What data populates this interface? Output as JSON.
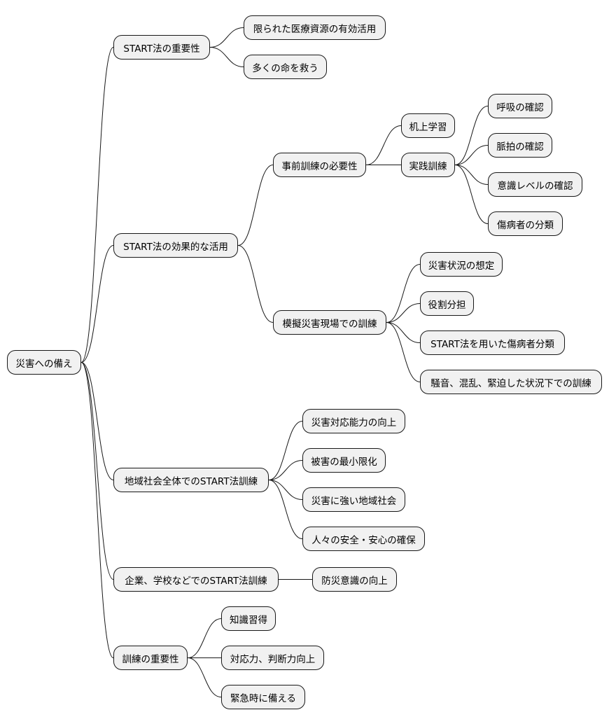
{
  "mindmap": {
    "root": {
      "id": "root",
      "label": "災害への備え",
      "children": [
        {
          "id": "n1",
          "label": "START法の重要性",
          "children": [
            {
              "id": "n1a",
              "label": "限られた医療資源の有効活用"
            },
            {
              "id": "n1b",
              "label": "多くの命を救う"
            }
          ]
        },
        {
          "id": "n2",
          "label": "START法の効果的な活用",
          "children": [
            {
              "id": "n2a",
              "label": "事前訓練の必要性",
              "children": [
                {
                  "id": "n2a1",
                  "label": "机上学習"
                },
                {
                  "id": "n2a2",
                  "label": "実践訓練",
                  "children": [
                    {
                      "id": "n2a2a",
                      "label": "呼吸の確認"
                    },
                    {
                      "id": "n2a2b",
                      "label": "脈拍の確認"
                    },
                    {
                      "id": "n2a2c",
                      "label": "意識レベルの確認"
                    },
                    {
                      "id": "n2a2d",
                      "label": "傷病者の分類"
                    }
                  ]
                }
              ]
            },
            {
              "id": "n2b",
              "label": "模擬災害現場での訓練",
              "children": [
                {
                  "id": "n2b1",
                  "label": "災害状況の想定"
                },
                {
                  "id": "n2b2",
                  "label": "役割分担"
                },
                {
                  "id": "n2b3",
                  "label": "START法を用いた傷病者分類"
                },
                {
                  "id": "n2b4",
                  "label": "騒音、混乱、緊迫した状況下での訓練"
                }
              ]
            }
          ]
        },
        {
          "id": "n3",
          "label": "地域社会全体でのSTART法訓練",
          "children": [
            {
              "id": "n3a",
              "label": "災害対応能力の向上"
            },
            {
              "id": "n3b",
              "label": "被害の最小限化"
            },
            {
              "id": "n3c",
              "label": "災害に強い地域社会"
            },
            {
              "id": "n3d",
              "label": "人々の安全・安心の確保"
            }
          ]
        },
        {
          "id": "n4",
          "label": "企業、学校などでのSTART法訓練",
          "children": [
            {
              "id": "n4a",
              "label": "防災意識の向上"
            }
          ]
        },
        {
          "id": "n5",
          "label": "訓練の重要性",
          "children": [
            {
              "id": "n5a",
              "label": "知識習得"
            },
            {
              "id": "n5b",
              "label": "対応力、判断力向上"
            },
            {
              "id": "n5c",
              "label": "緊急時に備える"
            }
          ]
        }
      ]
    }
  }
}
